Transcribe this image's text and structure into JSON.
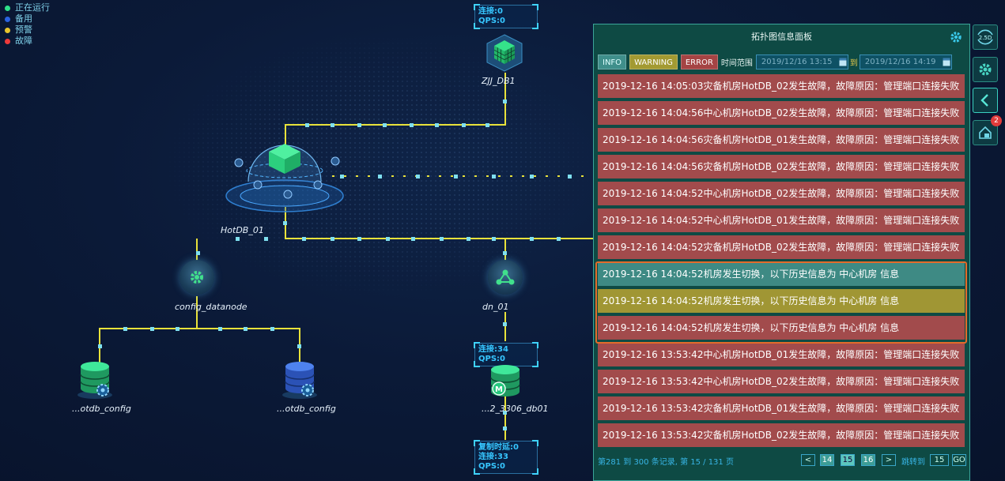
{
  "legend": [
    {
      "label": "正在运行",
      "color": "#2fe08a"
    },
    {
      "label": "备用",
      "color": "#2a62e0"
    },
    {
      "label": "预警",
      "color": "#e8c52c"
    },
    {
      "label": "故障",
      "color": "#ee3a3a"
    }
  ],
  "nodes": {
    "zjj": {
      "label": "ZJJ_DB1",
      "stat": {
        "conn_label": "连接:",
        "conn": "0",
        "qps_label": "QPS:",
        "qps": "0"
      }
    },
    "hotdb": {
      "label": "HotDB_01"
    },
    "config_datanode": {
      "label": "config_datanode"
    },
    "dn01": {
      "label": "dn_01",
      "stat": {
        "conn_label": "连接:",
        "conn": "34",
        "qps_label": "QPS:",
        "qps": "0"
      }
    },
    "cfg1": {
      "label": "...otdb_config"
    },
    "cfg2": {
      "label": "...otdb_config"
    },
    "db3306": {
      "label": "...2_3306_db01",
      "stat": {
        "delay_label": "复制时延:",
        "delay": "0",
        "conn_label": "连接:",
        "conn": "33",
        "qps_label": "QPS:",
        "qps": "0"
      }
    }
  },
  "panel": {
    "title": "拓扑图信息面板",
    "filters": {
      "info": "INFO",
      "warning": "WARNING",
      "error": "ERROR",
      "range_label": "时间范围",
      "start": "2019/12/16 13:15",
      "to": "到",
      "end": "2019/12/16 14:19"
    },
    "messages": [
      {
        "level": "error",
        "text": "2019-12-16 14:05:03灾备机房HotDB_02发生故障，故障原因：管理端口连接失败"
      },
      {
        "level": "error",
        "text": "2019-12-16 14:04:56中心机房HotDB_02发生故障，故障原因：管理端口连接失败"
      },
      {
        "level": "error",
        "text": "2019-12-16 14:04:56灾备机房HotDB_01发生故障，故障原因：管理端口连接失败"
      },
      {
        "level": "error",
        "text": "2019-12-16 14:04:56灾备机房HotDB_02发生故障，故障原因：管理端口连接失败"
      },
      {
        "level": "error",
        "text": "2019-12-16 14:04:52中心机房HotDB_02发生故障，故障原因：管理端口连接失败"
      },
      {
        "level": "error",
        "text": "2019-12-16 14:04:52中心机房HotDB_01发生故障，故障原因：管理端口连接失败"
      },
      {
        "level": "error",
        "text": "2019-12-16 14:04:52灾备机房HotDB_02发生故障，故障原因：管理端口连接失败"
      },
      {
        "level": "info",
        "text": "2019-12-16 14:04:52机房发生切换，以下历史信息为 中心机房 信息"
      },
      {
        "level": "warning",
        "text": "2019-12-16 14:04:52机房发生切换，以下历史信息为 中心机房 信息"
      },
      {
        "level": "error",
        "text": "2019-12-16 14:04:52机房发生切换，以下历史信息为 中心机房 信息"
      },
      {
        "level": "error",
        "text": "2019-12-16 13:53:42中心机房HotDB_01发生故障，故障原因：管理端口连接失败"
      },
      {
        "level": "error",
        "text": "2019-12-16 13:53:42中心机房HotDB_02发生故障，故障原因：管理端口连接失败"
      },
      {
        "level": "error",
        "text": "2019-12-16 13:53:42灾备机房HotDB_01发生故障，故障原因：管理端口连接失败"
      },
      {
        "level": "error",
        "text": "2019-12-16 13:53:42灾备机房HotDB_02发生故障，故障原因：管理端口连接失败"
      }
    ],
    "pager": {
      "info": "第281 到 300 条记录, 第 15 / 131 页",
      "prev": "<",
      "pages": [
        "14",
        "15",
        "16"
      ],
      "next": ">",
      "jump_label": "跳转到",
      "jump_value": "15",
      "go": "GO"
    }
  },
  "toolbar": {
    "view_2_5d": "2.5D",
    "notice_count": "2"
  }
}
